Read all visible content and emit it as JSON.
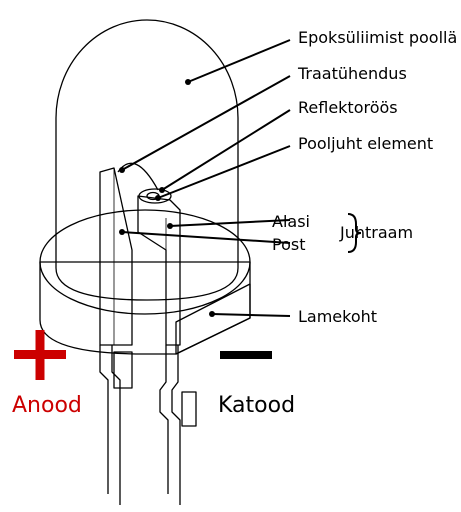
{
  "labels": {
    "epoxy": "Epoksüliimist poollä",
    "wire_bond": "Traatühendus",
    "reflector": "Reflektoröös",
    "semiconductor": "Pooljuht element",
    "anvil": "Alasi",
    "post": "Post",
    "lead_frame": "Juhtraam",
    "flat_spot": "Lamekoht",
    "anode": "Anood",
    "cathode": "Katood"
  },
  "symbols": {
    "anode_sign": "plus",
    "cathode_sign": "minus"
  },
  "colors": {
    "epoxy_fill": "#d4f0a8",
    "epoxy_fill_dark": "#c4e896",
    "anode": "#cc0000",
    "cathode": "#000000",
    "die": "#f4e26a"
  }
}
